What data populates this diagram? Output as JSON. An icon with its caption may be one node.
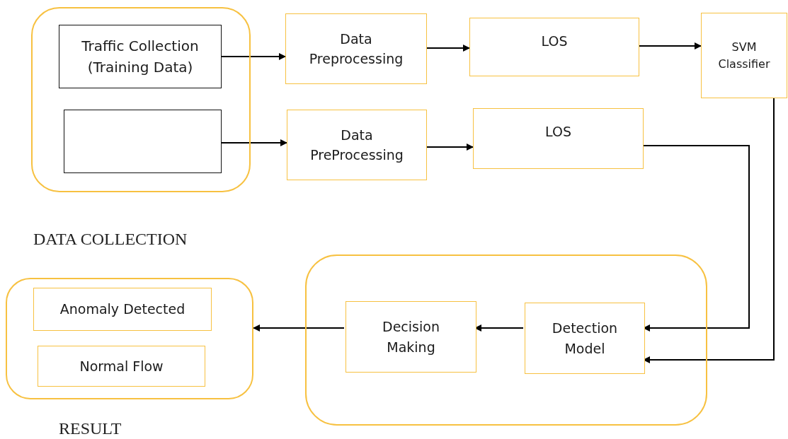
{
  "diagram": {
    "nodes": [
      {
        "text": [
          "DATA COLLECTION"
        ]
      },
      {
        "text": [
          "Traffic Collection (Training Data)"
        ],
        "in": 0
      },
      {
        "text": [],
        "shape": "box",
        "in": 0
      },
      {
        "text": [
          "Data Preprocessing"
        ]
      },
      {
        "text": [
          "LOS"
        ]
      },
      {
        "text": [
          "SVM Classifier"
        ]
      },
      {
        "text": [
          "Data PreProcessing"
        ]
      },
      {
        "text": [
          "LOS"
        ]
      },
      {
        "text": [
          "RESULT"
        ]
      },
      {
        "text": [
          "Anomaly Detected"
        ],
        "in": 8
      },
      {
        "text": [
          "Normal Flow"
        ],
        "in": 8
      },
      {
        "text": [],
        "shape": "box"
      },
      {
        "text": [
          "Decision Making"
        ],
        "in": 11
      },
      {
        "text": [
          "Detection Model"
        ],
        "in": 11
      }
    ],
    "edges": [
      {
        "from": 1,
        "to": 3,
        "arrow": "to"
      },
      {
        "from": 3,
        "to": 4,
        "arrow": "to"
      },
      {
        "from": 4,
        "to": 5,
        "arrow": "to"
      },
      {
        "from": 2,
        "to": 6,
        "arrow": "to"
      },
      {
        "from": 6,
        "to": 7,
        "arrow": "to"
      },
      {
        "from": 7,
        "to": 13,
        "arrow": "to"
      },
      {
        "from": 5,
        "to": 13,
        "arrow": "to"
      },
      {
        "from": 13,
        "to": 12,
        "arrow": "to"
      },
      {
        "from": 12,
        "to": 8,
        "arrow": "to"
      }
    ]
  }
}
